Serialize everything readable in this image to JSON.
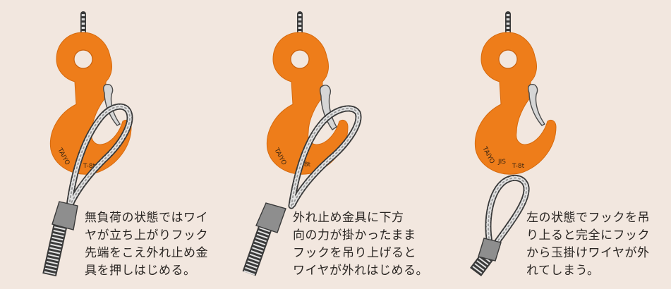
{
  "panels": [
    {
      "stamp_brand": "TAIYO",
      "stamp_size": "T-8t",
      "caption_lines": [
        "無負荷の状態ではワイ",
        "ヤが立ち上がりフック",
        "先端をこえ外れ止め金",
        "具を押しはじめる。"
      ]
    },
    {
      "stamp_brand": "TAIYO",
      "stamp_size": "T-8t",
      "caption_lines": [
        "外れ止め金具に下方",
        "向の力が掛かったまま",
        "フックを吊り上げると",
        "ワイヤが外れはじめる。"
      ]
    },
    {
      "stamp_brand": "TAIYO",
      "stamp_mark": "JIS",
      "stamp_size": "T-8t",
      "caption_lines": [
        "左の状態でフックを吊",
        "り上ると完全にフック",
        "から玉掛けワイヤが外",
        "れてしまう。"
      ]
    }
  ],
  "colors": {
    "background": "#f2e7df",
    "hook_orange": "#ee7d1a",
    "rope_dark": "#3a3a3a",
    "sleeve_gray": "#8e8e8e",
    "caption_text": "#2a2623"
  },
  "icons": [
    "crane-hook-icon",
    "wire-rope-sling-icon",
    "safety-latch-icon"
  ]
}
